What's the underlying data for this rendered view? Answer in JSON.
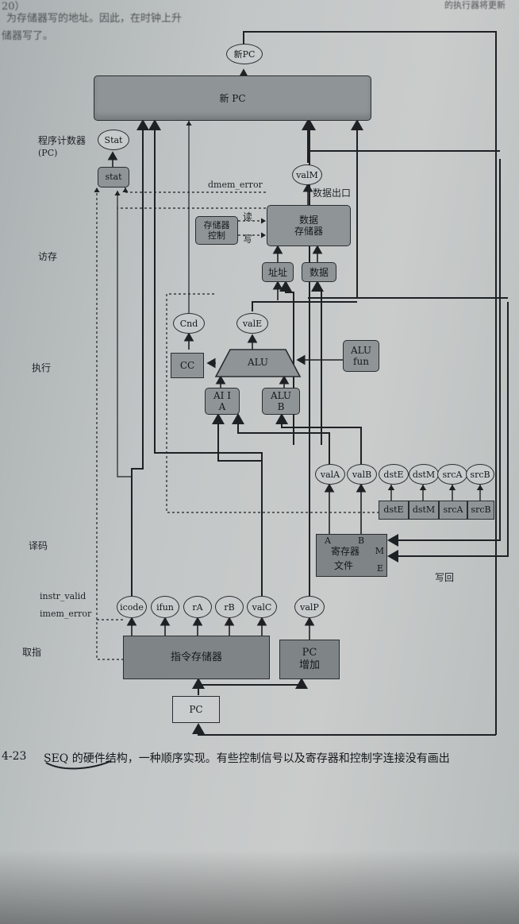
{
  "header": {
    "line1_prefix": "20）",
    "line1": "为存储器写的地址。因此，在时钟上升",
    "line1_right": "的执行器将更新",
    "line2": "储器写了。"
  },
  "stages": {
    "pc": "程序计数器",
    "pc_sub": "(PC)",
    "memory": "访存",
    "execute": "执行",
    "decode": "译码",
    "fetch": "取指",
    "writeback": "写回"
  },
  "boxes": {
    "new_pc_bar": "新 PC",
    "stat": "stat",
    "data_memory_l1": "数据",
    "data_memory_l2": "存储器",
    "mem_control_l1": "存储器",
    "mem_control_l2": "控制",
    "addr": "址址",
    "data": "数据",
    "cc": "CC",
    "alu": "ALU",
    "alu_fun_l1": "ALU",
    "alu_fun_l2": "fun",
    "alu_a_l1": "AI I",
    "alu_a_l2": "A",
    "alu_b_l1": "ALU",
    "alu_b_l2": "B",
    "regfile_l1": "寄存器",
    "regfile_l2": "文件",
    "port_a": "A",
    "port_b": "B",
    "port_m": "M",
    "port_e": "E",
    "instr_mem": "指令存储器",
    "pc_inc_l1": "PC",
    "pc_inc_l2": "增加",
    "pc": "PC"
  },
  "ovals": {
    "new_pc": "新PC",
    "stat": "Stat",
    "valm": "valM",
    "cnd": "Cnd",
    "vale": "valE",
    "vala": "valA",
    "valb": "valB",
    "dste": "dstE",
    "dstm": "dstM",
    "srca": "srcA",
    "srcb": "srcB",
    "icode": "icode",
    "ifun": "ifun",
    "ra": "rA",
    "rb": "rB",
    "valc": "valC",
    "valp": "valP"
  },
  "decode_boxes": {
    "dste": "dstE",
    "dstm": "dstM",
    "srca": "srcA",
    "srcb": "srcB"
  },
  "labels": {
    "dmem_error": "dmem_error",
    "data_out": "数据出口",
    "read": "读",
    "write": "写",
    "instr_valid": "instr_valid",
    "imem_error": "imem_error"
  },
  "caption": {
    "fig_num": "4-23",
    "text": "SEQ 的硬件结构，一种顺序实现。有些控制信号以及寄存器和控制字连接没有画出"
  }
}
